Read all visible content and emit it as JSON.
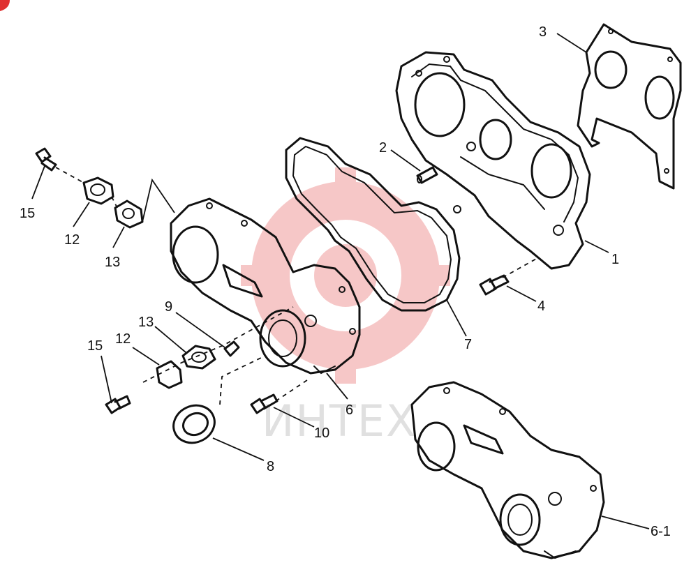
{
  "watermark": {
    "text": "ИНТЕХ",
    "color": "#e23b3b"
  },
  "callouts": [
    {
      "id": "c3",
      "text": "3"
    },
    {
      "id": "c2",
      "text": "2"
    },
    {
      "id": "c1",
      "text": "1"
    },
    {
      "id": "c4",
      "text": "4"
    },
    {
      "id": "c7",
      "text": "7"
    },
    {
      "id": "c15a",
      "text": "15"
    },
    {
      "id": "c12a",
      "text": "12"
    },
    {
      "id": "c13a",
      "text": "13"
    },
    {
      "id": "c9",
      "text": "9"
    },
    {
      "id": "c13b",
      "text": "13"
    },
    {
      "id": "c12b",
      "text": "12"
    },
    {
      "id": "c15b",
      "text": "15"
    },
    {
      "id": "c6",
      "text": "6"
    },
    {
      "id": "c10",
      "text": "10"
    },
    {
      "id": "c8",
      "text": "8"
    },
    {
      "id": "c61",
      "text": "6-1"
    }
  ]
}
